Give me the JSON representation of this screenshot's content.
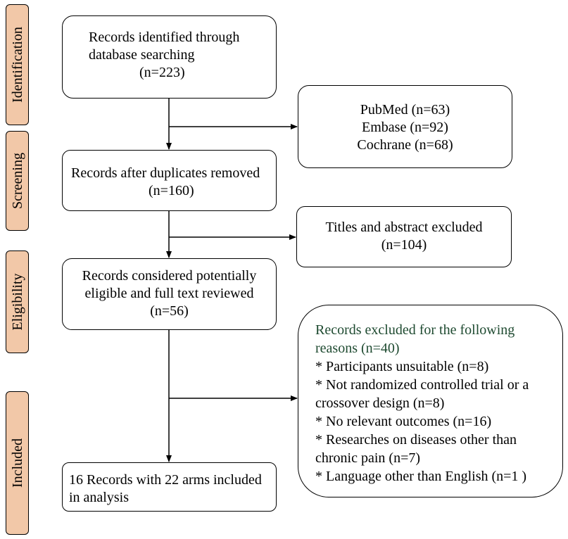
{
  "stages": [
    {
      "name": "identification",
      "label": "Identification"
    },
    {
      "name": "screening",
      "label": "Screening"
    },
    {
      "name": "eligibility",
      "label": "Eligibility"
    },
    {
      "name": "included",
      "label": "Included"
    }
  ],
  "boxes": {
    "identified": [
      "Records identified through",
      "database searching",
      "(n=223)"
    ],
    "sources": [
      "PubMed (n=63)",
      "Embase (n=92)",
      "Cochrane (n=68)"
    ],
    "after_duplicates": [
      "Records after duplicates removed",
      "(n=160)"
    ],
    "titles_excluded": [
      "Titles and abstract excluded",
      "(n=104)"
    ],
    "full_text": [
      "Records considered potentially",
      "eligible and full text reviewed",
      "(n=56)"
    ],
    "excluded_reasons": [
      "Records excluded for the following",
      "reasons (n=40)",
      "* Participants unsuitable (n=8)",
      "* Not randomized controlled trial or a",
      "crossover design (n=8)",
      "* No relevant outcomes (n=16)",
      "* Researches on diseases other than",
      "chronic pain (n=7)",
      "* Language other than English (n=1 )"
    ],
    "included": [
      "16 Records with 22 arms included",
      "in analysis"
    ]
  }
}
